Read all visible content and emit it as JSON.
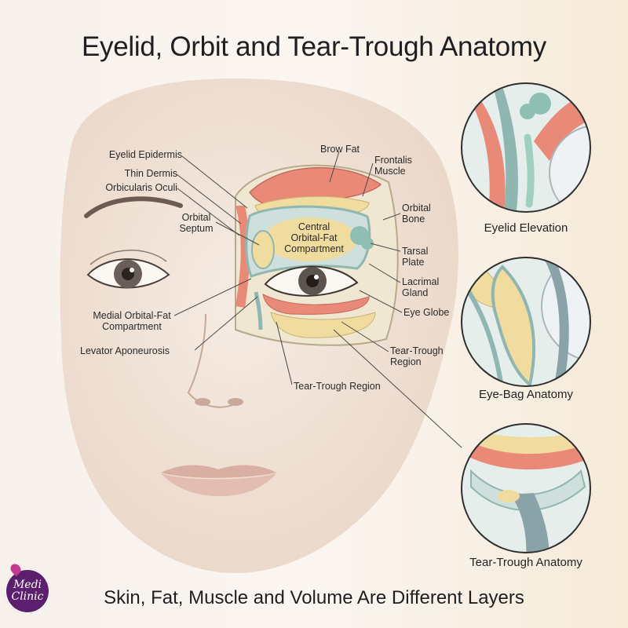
{
  "title": "Eyelid, Orbit and Tear-Trough Anatomy",
  "caption": "Skin, Fat, Muscle and Volume Are Different Layers",
  "logo": {
    "line1": "Medi",
    "line2": "Clinic"
  },
  "labels": {
    "eyelid_epidermis": "Eyelid Epidermis",
    "thin_dermis": "Thin Dermis",
    "orbicularis_oculi": "Orbicularis Oculi",
    "orbital_septum": "Orbital\nSeptum",
    "medial_fat": "Medial Orbital-Fat\nCompartment",
    "levator": "Levator Aponeurosis",
    "brow_fat": "Brow Fat",
    "frontalis": "Frontalis\nMuscle",
    "orbital_bone": "Orbital\nBone",
    "central_fat": "Central\nOrbital-Fat\nCompartment",
    "tarsal_plate": "Tarsal\nPlate",
    "lacrimal_gland": "Lacrimal\nGland",
    "eye_globe": "Eye Globe",
    "tear_trough_right": "Tear-Trough\nRegion",
    "tear_trough_bottom": "Tear-Trough Region"
  },
  "panels": {
    "elevation": "Eyelid Elevation",
    "eye_bag": "Eye-Bag Anatomy",
    "tear_trough": "Tear-Trough Anatomy"
  },
  "colors": {
    "muscle": "#e98a78",
    "fat": "#f1dca0",
    "septum": "#8fb6b0",
    "bone": "#efe7d2",
    "globe": "#e9eef0",
    "skin": "#f3e6dc",
    "logo": "#5b1f6e"
  }
}
